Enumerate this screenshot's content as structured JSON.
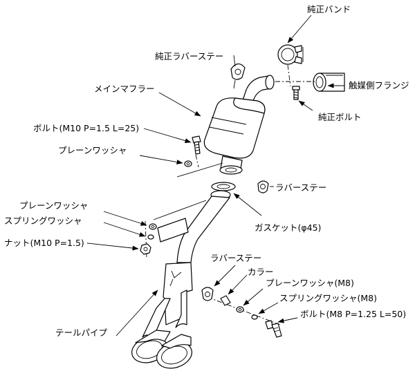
{
  "labels": {
    "genuine_band": "純正バンド",
    "genuine_rubber_stay": "純正ラバーステー",
    "main_muffler": "メインマフラー",
    "cat_flange": "触媒側フランジ",
    "genuine_bolt": "純正ボルト",
    "bolt_m10": "ボルト(M10 P=1.5 L=25)",
    "plain_washer_upper": "プレーンワッシャ",
    "rubber_stay_mid": "ラバーステー",
    "plain_washer_left": "プレーンワッシャ",
    "spring_washer_left": "スプリングワッシャ",
    "nut_m10": "ナット(M10 P=1.5)",
    "gasket": "ガスケット(φ45)",
    "rubber_stay_lower": "ラバーステー",
    "collar": "カラー",
    "plain_washer_m8": "プレーンワッシャ(M8)",
    "spring_washer_m8": "スプリングワッシャ(M8)",
    "bolt_m8": "ボルト(M8 P=1.25 L=50)",
    "tail_pipe": "テールパイプ"
  }
}
